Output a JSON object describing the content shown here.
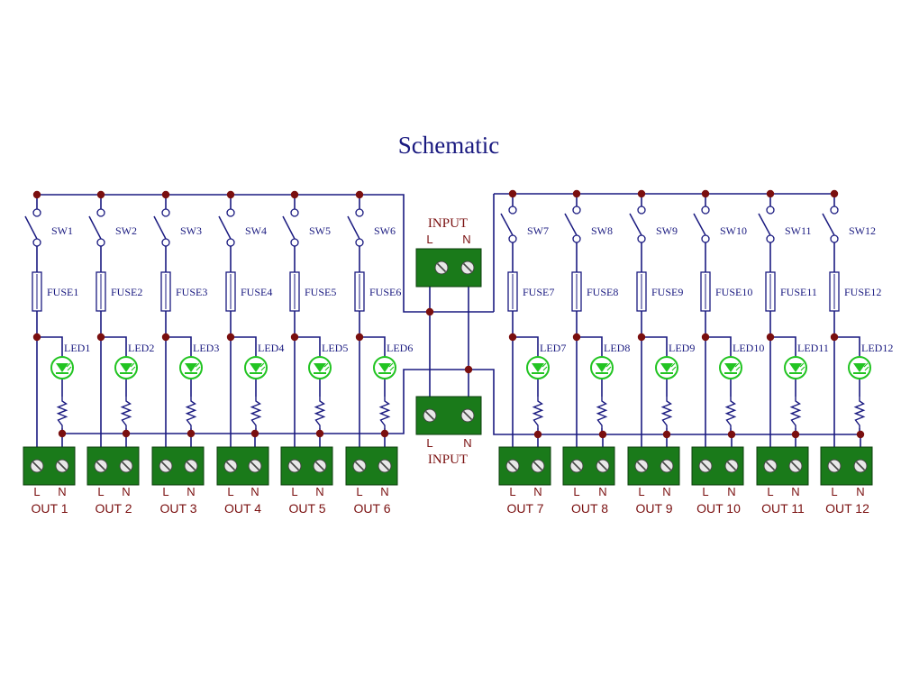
{
  "title": "Schematic",
  "input": {
    "label": "INPUT",
    "l": "L",
    "n": "N"
  },
  "colors": {
    "wire": "#1a1a80",
    "junction": "#7a0f0f",
    "terminal": "#1a7a1a",
    "led": "#22c422",
    "label": "#7a1010"
  },
  "channels": [
    {
      "sw": "SW1",
      "fuse": "FUSE1",
      "led": "LED1",
      "out": "OUT 1",
      "l": "L",
      "n": "N"
    },
    {
      "sw": "SW2",
      "fuse": "FUSE2",
      "led": "LED2",
      "out": "OUT 2",
      "l": "L",
      "n": "N"
    },
    {
      "sw": "SW3",
      "fuse": "FUSE3",
      "led": "LED3",
      "out": "OUT 3",
      "l": "L",
      "n": "N"
    },
    {
      "sw": "SW4",
      "fuse": "FUSE4",
      "led": "LED4",
      "out": "OUT 4",
      "l": "L",
      "n": "N"
    },
    {
      "sw": "SW5",
      "fuse": "FUSE5",
      "led": "LED5",
      "out": "OUT 5",
      "l": "L",
      "n": "N"
    },
    {
      "sw": "SW6",
      "fuse": "FUSE6",
      "led": "LED6",
      "out": "OUT 6",
      "l": "L",
      "n": "N"
    },
    {
      "sw": "SW7",
      "fuse": "FUSE7",
      "led": "LED7",
      "out": "OUT 7",
      "l": "L",
      "n": "N"
    },
    {
      "sw": "SW8",
      "fuse": "FUSE8",
      "led": "LED8",
      "out": "OUT 8",
      "l": "L",
      "n": "N"
    },
    {
      "sw": "SW9",
      "fuse": "FUSE9",
      "led": "LED9",
      "out": "OUT 9",
      "l": "L",
      "n": "N"
    },
    {
      "sw": "SW10",
      "fuse": "FUSE10",
      "led": "LED10",
      "out": "OUT 10",
      "l": "L",
      "n": "N"
    },
    {
      "sw": "SW11",
      "fuse": "FUSE11",
      "led": "LED11",
      "out": "OUT 11",
      "l": "L",
      "n": "N"
    },
    {
      "sw": "SW12",
      "fuse": "FUSE12",
      "led": "LED12",
      "out": "OUT 12",
      "l": "L",
      "n": "N"
    }
  ]
}
